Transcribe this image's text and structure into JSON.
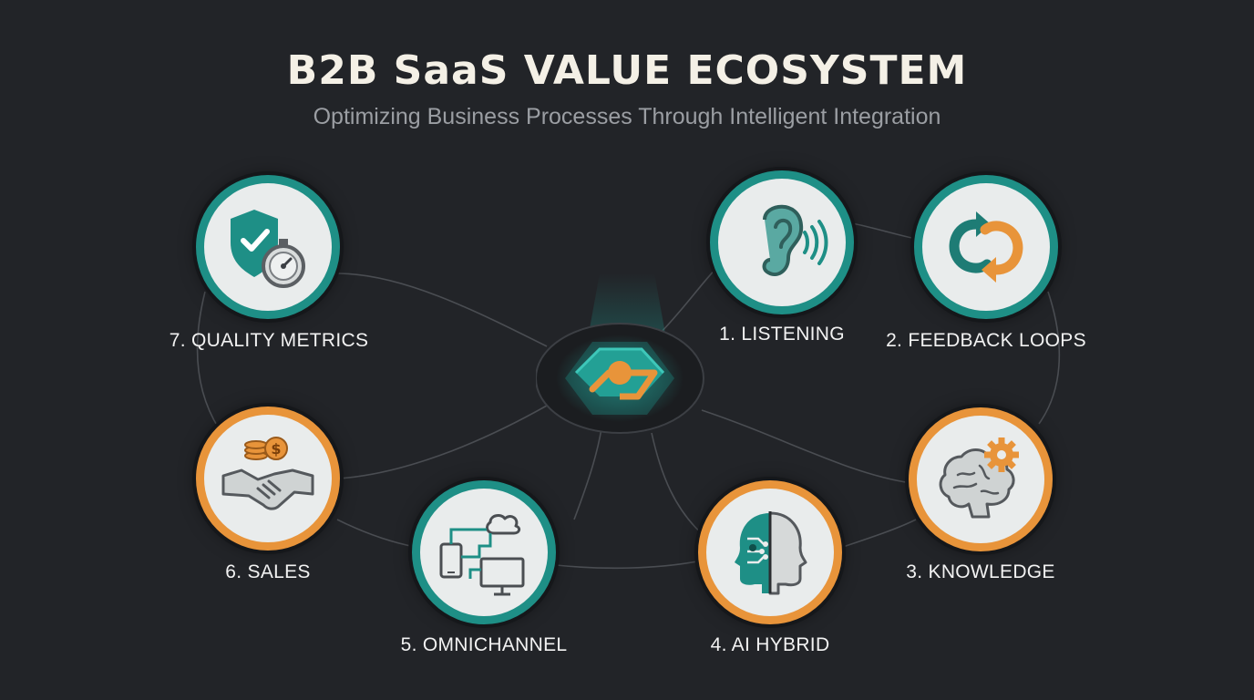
{
  "header": {
    "title": "B2B SaaS VALUE ECOSYSTEM",
    "subtitle": "Optimizing Business Processes Through Intelligent Integration"
  },
  "colors": {
    "background": "#222428",
    "teal": "#1e8f86",
    "orange": "#e8943a",
    "node_fill": "#e9ecec"
  },
  "hub": {
    "icon": "integration-core-icon"
  },
  "nodes": [
    {
      "label": "1. LISTENING",
      "icon": "ear-icon",
      "ring": "teal"
    },
    {
      "label": "2. FEEDBACK LOOPS",
      "icon": "refresh-loop-icon",
      "ring": "teal"
    },
    {
      "label": "3. KNOWLEDGE",
      "icon": "brain-gear-icon",
      "ring": "orange"
    },
    {
      "label": "4. AI HYBRID",
      "icon": "robot-human-head-icon",
      "ring": "orange"
    },
    {
      "label": "5. OMNICHANNEL",
      "icon": "devices-cloud-icon",
      "ring": "teal"
    },
    {
      "label": "6. SALES",
      "icon": "handshake-coins-icon",
      "ring": "orange"
    },
    {
      "label": "7. QUALITY METRICS",
      "icon": "shield-stopwatch-icon",
      "ring": "teal"
    }
  ]
}
